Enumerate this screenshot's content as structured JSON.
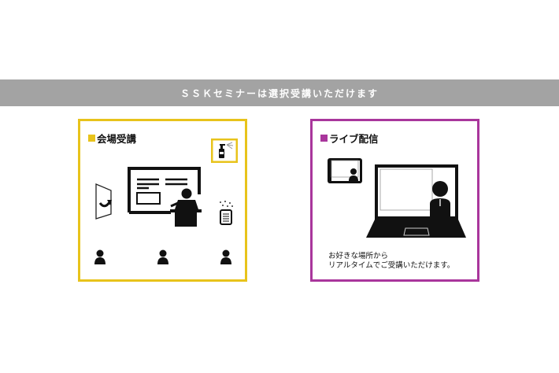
{
  "banner": {
    "text": "ＳＳＫセミナーは選択受講いただけます"
  },
  "colors": {
    "venue": "#e8c31b",
    "live": "#a9369c",
    "banner": "#a3a3a3"
  },
  "venue_card": {
    "title": "会場受講",
    "icons": [
      "sanitizer-icon",
      "door-icon",
      "whiteboard-icon",
      "lecturer-icon",
      "air-purifier-icon",
      "attendee-icon"
    ]
  },
  "live_card": {
    "title": "ライブ配信",
    "description_line1": "お好きな場所から",
    "description_line2": "リアルタイムでご受講いただけます。",
    "icons": [
      "tablet-icon",
      "laptop-icon",
      "presenter-icon"
    ]
  }
}
